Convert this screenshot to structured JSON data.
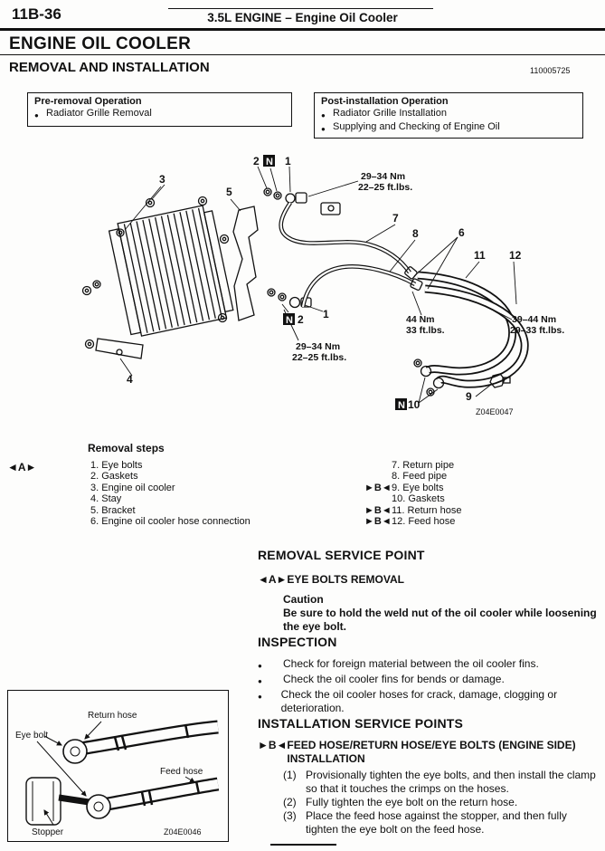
{
  "glyphs": {
    "bullet": "●"
  },
  "header": {
    "page_number": "11B-36",
    "section_title": "3.5L ENGINE – Engine Oil Cooler"
  },
  "titles": {
    "main": "ENGINE OIL COOLER",
    "removal_installation": "REMOVAL AND INSTALLATION",
    "doc_code": "110005725"
  },
  "pre_removal_box": {
    "title": "Pre-removal Operation",
    "items": [
      "Radiator Grille Removal"
    ]
  },
  "post_installation_box": {
    "title": "Post-installation Operation",
    "items": [
      "Radiator Grille Installation",
      "Supplying and Checking of Engine Oil"
    ]
  },
  "diagram": {
    "callouts": {
      "1": "1",
      "2": "2",
      "3": "3",
      "4": "4",
      "5": "5",
      "6": "6",
      "7": "7",
      "8": "8",
      "9": "9",
      "10": "10",
      "11": "11",
      "12": "12",
      "N": "N"
    },
    "torques": {
      "top": [
        "29–34 Nm",
        "22–25 ft.lbs."
      ],
      "mid": [
        "29–34 Nm",
        "22–25 ft.lbs."
      ],
      "nm44": [
        "44 Nm",
        "33 ft.lbs."
      ],
      "nm39": [
        "39–44 Nm",
        "29–33 ft.lbs."
      ]
    },
    "figure_code": "Z04E0047"
  },
  "removal_steps": {
    "title": "Removal steps",
    "side_marker": "◄A►",
    "left": [
      "1. Eye bolts",
      "2. Gaskets",
      "3. Engine oil cooler",
      "4. Stay",
      "5. Bracket",
      "6. Engine oil cooler hose connection"
    ],
    "right": [
      {
        "marker": "",
        "text": "7. Return pipe"
      },
      {
        "marker": "",
        "text": "8. Feed pipe"
      },
      {
        "marker": "►B◄",
        "text": "9. Eye bolts"
      },
      {
        "marker": "",
        "text": "10. Gaskets"
      },
      {
        "marker": "►B◄",
        "text": "11. Return hose"
      },
      {
        "marker": "►B◄",
        "text": "12. Feed hose"
      }
    ]
  },
  "removal_service_point": {
    "heading": "REMOVAL SERVICE POINT",
    "subheading_marker": "◄A►",
    "subheading": "EYE BOLTS REMOVAL",
    "caution_label": "Caution",
    "caution_text": "Be sure to hold the weld nut of the oil cooler while loosening the eye bolt."
  },
  "inspection": {
    "heading": "INSPECTION",
    "items": [
      "Check for foreign material between the oil cooler fins.",
      "Check the oil cooler fins for bends or damage.",
      "Check the oil cooler hoses for crack, damage, clogging or deterioration."
    ]
  },
  "installation_service_points": {
    "heading": "INSTALLATION SERVICE POINTS",
    "subheading_marker": "►B◄",
    "subheading": "FEED HOSE/RETURN HOSE/EYE BOLTS (ENGINE SIDE) INSTALLATION",
    "steps": [
      {
        "num": "(1)",
        "text": "Provisionally tighten the eye bolts, and then install the clamp so that it touches the crimps on the hoses."
      },
      {
        "num": "(2)",
        "text": "Fully tighten the eye bolt on the return hose."
      },
      {
        "num": "(3)",
        "text": "Place the feed hose against the stopper, and then fully tighten the eye bolt on the feed hose."
      }
    ]
  },
  "photo_figure": {
    "labels": {
      "return_hose": "Return hose",
      "eye_bolt": "Eye bolt",
      "feed_hose": "Feed hose",
      "stopper": "Stopper"
    },
    "figure_code": "Z04E0046"
  }
}
